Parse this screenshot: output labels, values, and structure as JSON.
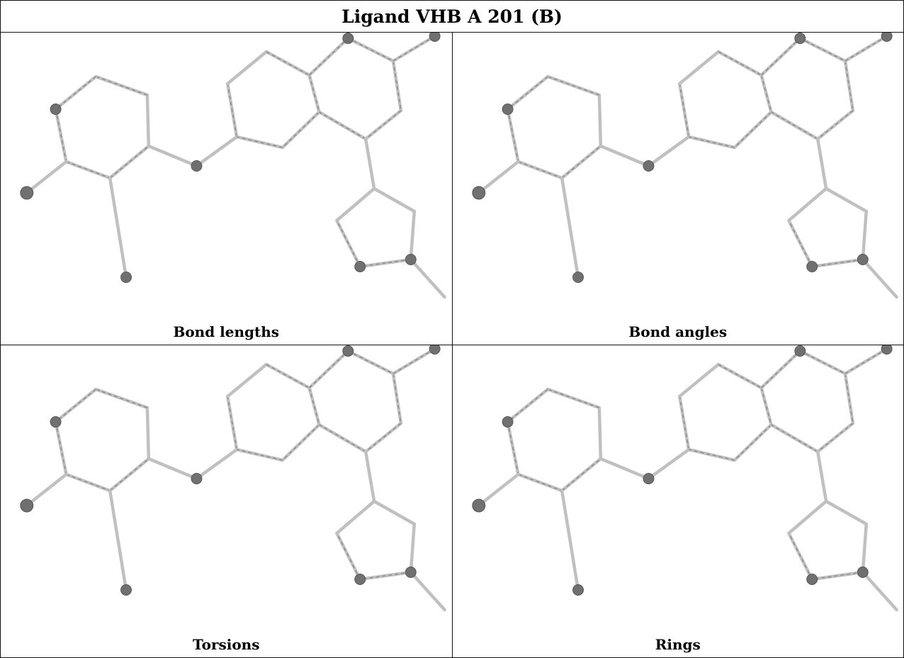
{
  "title": "Ligand VHB A 201 (B)",
  "panels": [
    {
      "caption": "Bond lengths"
    },
    {
      "caption": "Bond angles"
    },
    {
      "caption": "Torsions"
    },
    {
      "caption": "Rings"
    }
  ],
  "colors": {
    "bond": "#c0c0c0",
    "bond_dash": "#8a8a8a",
    "atom": "#707070",
    "border": "#111111"
  }
}
